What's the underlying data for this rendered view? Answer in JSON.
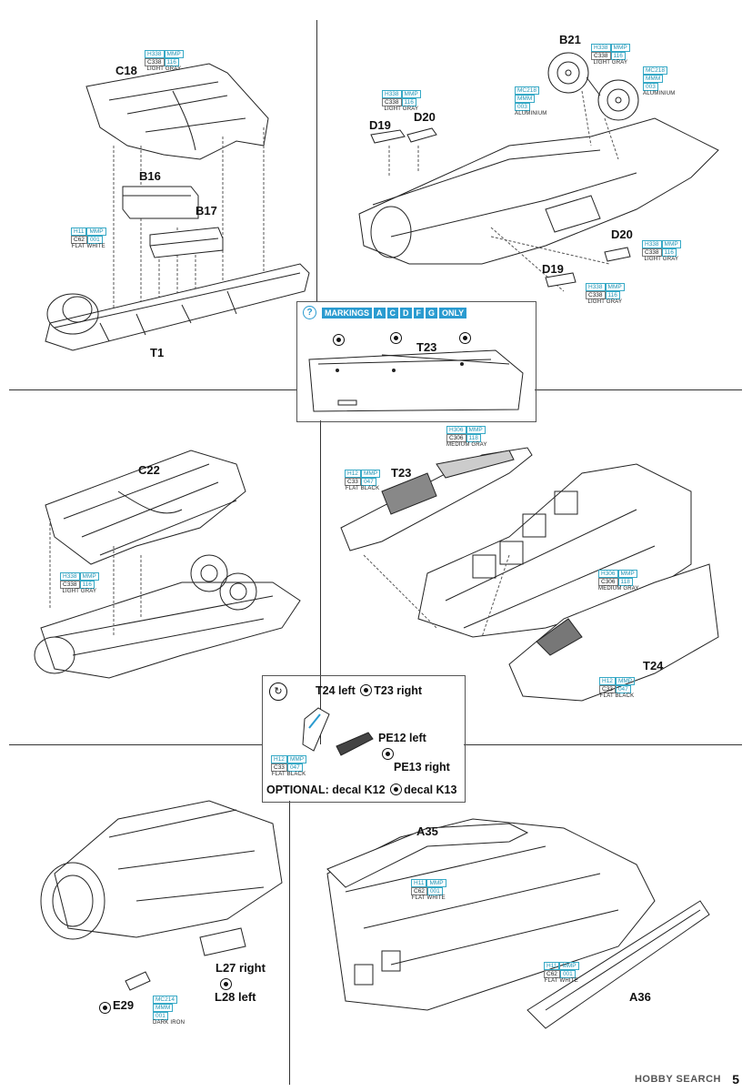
{
  "steps": {
    "s1": {
      "parts": [
        "C18",
        "B16",
        "B17",
        "T1"
      ],
      "paints": [
        {
          "gunze_h": "H338",
          "mmp": "MMP",
          "mr": "C338",
          "mmp_code": "116",
          "name": "LIGHT GRAY"
        },
        {
          "gunze_h": "H11",
          "mmp": "MMP",
          "mr": "C62",
          "mmp_code": "001",
          "name": "FLAT WHITE"
        }
      ]
    },
    "s2": {
      "parts": [
        "B21",
        "D19",
        "D20",
        "D20",
        "D19"
      ],
      "paints": [
        {
          "gunze_h": "H338",
          "mmp": "MMP",
          "mr": "C338",
          "mmp_code": "116",
          "name": "LIGHT GRAY"
        },
        {
          "gunze_h": "MC218",
          "mmp": "MMM",
          "mr": "",
          "mmp_code": "003",
          "name": "ALUMINIUM"
        },
        {
          "gunze_h": "MC218",
          "mmp": "MMM",
          "mr": "",
          "mmp_code": "003",
          "name": "ALUMINIUM"
        },
        {
          "gunze_h": "H338",
          "mmp": "MMP",
          "mr": "C338",
          "mmp_code": "116",
          "name": "LIGHT GRAY"
        },
        {
          "gunze_h": "H338",
          "mmp": "MMP",
          "mr": "C338",
          "mmp_code": "116",
          "name": "LIGHT GRAY"
        },
        {
          "gunze_h": "H338",
          "mmp": "MMP",
          "mr": "C338",
          "mmp_code": "116",
          "name": "LIGHT GRAY"
        }
      ]
    },
    "markings": {
      "prefix": "MARKINGS",
      "letters": [
        "A",
        "C",
        "D",
        "F",
        "G"
      ],
      "suffix": "ONLY",
      "part": "T23",
      "qmark": "?"
    },
    "s3": {
      "parts": [
        "C22"
      ],
      "paints": [
        {
          "gunze_h": "H338",
          "mmp": "MMP",
          "mr": "C338",
          "mmp_code": "116",
          "name": "LIGHT GRAY"
        }
      ]
    },
    "s4": {
      "parts": [
        "T23",
        "T24"
      ],
      "paints": [
        {
          "gunze_h": "H306",
          "mmp": "MMP",
          "mr": "C306",
          "mmp_code": "118",
          "name": "MEDIUM GRAY"
        },
        {
          "gunze_h": "H12",
          "mmp": "MMP",
          "mr": "C33",
          "mmp_code": "047",
          "name": "FLAT BLACK"
        },
        {
          "gunze_h": "H306",
          "mmp": "MMP",
          "mr": "C306",
          "mmp_code": "118",
          "name": "MEDIUM GRAY"
        },
        {
          "gunze_h": "H12",
          "mmp": "MMP",
          "mr": "C33",
          "mmp_code": "047",
          "name": "FLAT BLACK"
        }
      ]
    },
    "inset": {
      "line1_a": "T24 left",
      "line1_b": "T23 right",
      "pe1": "PE12 left",
      "pe2": "PE13 right",
      "optional": "OPTIONAL: decal K12",
      "optional_b": "decal K13",
      "paint": {
        "gunze_h": "H12",
        "mmp": "MMP",
        "mr": "C33",
        "mmp_code": "047",
        "name": "FLAT BLACK"
      }
    },
    "s5": {
      "parts": [
        "L27 right",
        "L28 left",
        "E29"
      ],
      "paint": {
        "gunze_h": "MC214",
        "mmp": "MMM",
        "mr": "",
        "mmp_code": "001",
        "name": "DARK IRON"
      }
    },
    "s6": {
      "parts": [
        "A35",
        "A36"
      ],
      "paints": [
        {
          "gunze_h": "H11",
          "mmp": "MMP",
          "mr": "C62",
          "mmp_code": "001",
          "name": "FLAT WHITE"
        },
        {
          "gunze_h": "H11",
          "mmp": "MMP",
          "mr": "C62",
          "mmp_code": "001",
          "name": "FLAT WHITE"
        }
      ]
    }
  },
  "page_number": "5",
  "watermark": "HOBBY SEARCH"
}
